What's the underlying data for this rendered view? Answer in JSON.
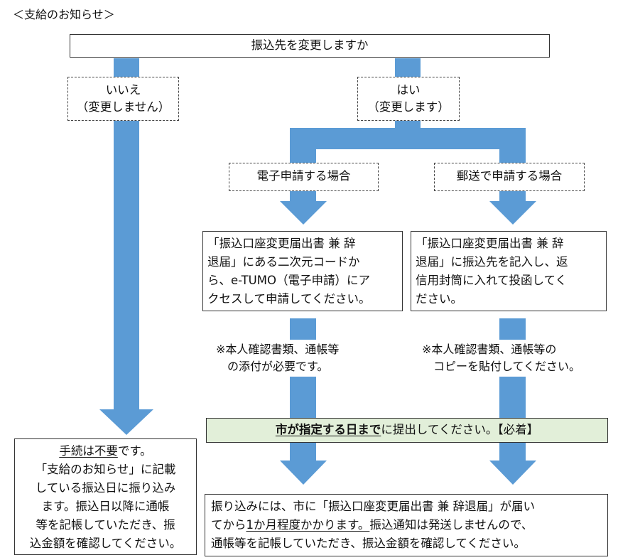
{
  "header": {
    "title": "＜支給のお知らせ＞"
  },
  "question": "振込先を変更しますか",
  "no_branch": {
    "label": "いいえ",
    "sub": "（変更しません）",
    "result": {
      "line1_u": "手続は不要",
      "line1_rest": "です。",
      "lines": [
        "「支給のお知らせ」に記載",
        "している振込日に振り込み",
        "ます。振込日以降に通帳",
        "等を記帳していただき、振",
        "込金額を確認してください。"
      ]
    }
  },
  "yes_branch": {
    "label": "はい",
    "sub": "（変更します）"
  },
  "electronic": {
    "label": "電子申請する場合",
    "lines": [
      "「振込口座変更届出書 兼 辞",
      "退届」にある二次元コードか",
      "ら、e-TUMO（電子申請）にア",
      "クセスして申請してください。"
    ],
    "note": [
      "※本人確認書類、通帳等",
      "　の添付が必要です。"
    ]
  },
  "postal": {
    "label": "郵送で申請する場合",
    "lines": [
      "「振込口座変更届出書 兼 辞",
      "退届」に振込先を記入し、返",
      "信用封筒に入れて投函してく",
      "ださい。"
    ],
    "note": [
      "※本人確認書類、通帳等の",
      "　コピーを貼付してください。"
    ]
  },
  "deadline": {
    "bold_u": "市が指定する日まで",
    "rest": "に提出してください。【必着】"
  },
  "final": {
    "line1": "振り込みには、市に「振込口座変更届出書 兼 辞退届」が届い",
    "line2_pre": "てから",
    "line2_u": "1か月程度かかります。",
    "line2_post": "振込通知は発送しませんので、",
    "line3": "通帳等を記帳していただき、振込金額を確認してください。"
  },
  "colors": {
    "arrow": "#5b9bd5",
    "deadline_bg": "#e2efd9"
  }
}
